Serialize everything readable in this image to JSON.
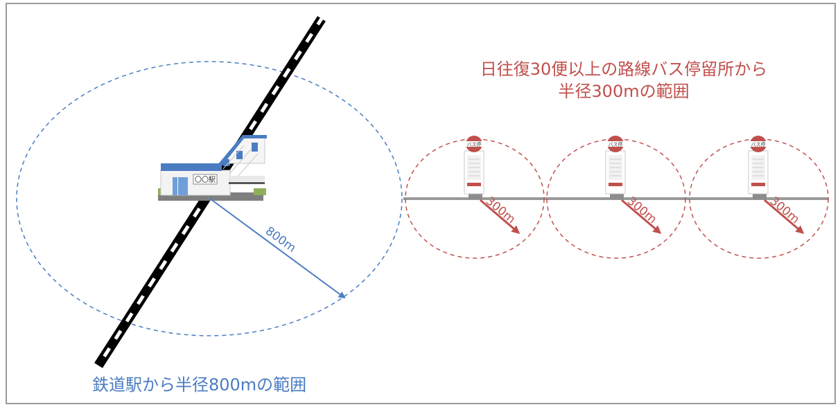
{
  "station_label": "鉄道駅から半径800mの範囲",
  "station_radius": "800m",
  "station_sign": "〇〇駅",
  "bus_title_line1": "日往復30便以上の路線バス停留所から",
  "bus_title_line2": "半径300mの範囲",
  "bus_stops": [
    {
      "sign": "バス停",
      "radius": "300m"
    },
    {
      "sign": "バス停",
      "radius": "300m"
    },
    {
      "sign": "バス停",
      "radius": "300m"
    }
  ],
  "colors": {
    "station": "#4a7cc2",
    "bus": "#c0504d",
    "road": "#999999",
    "rail": "#000000"
  }
}
